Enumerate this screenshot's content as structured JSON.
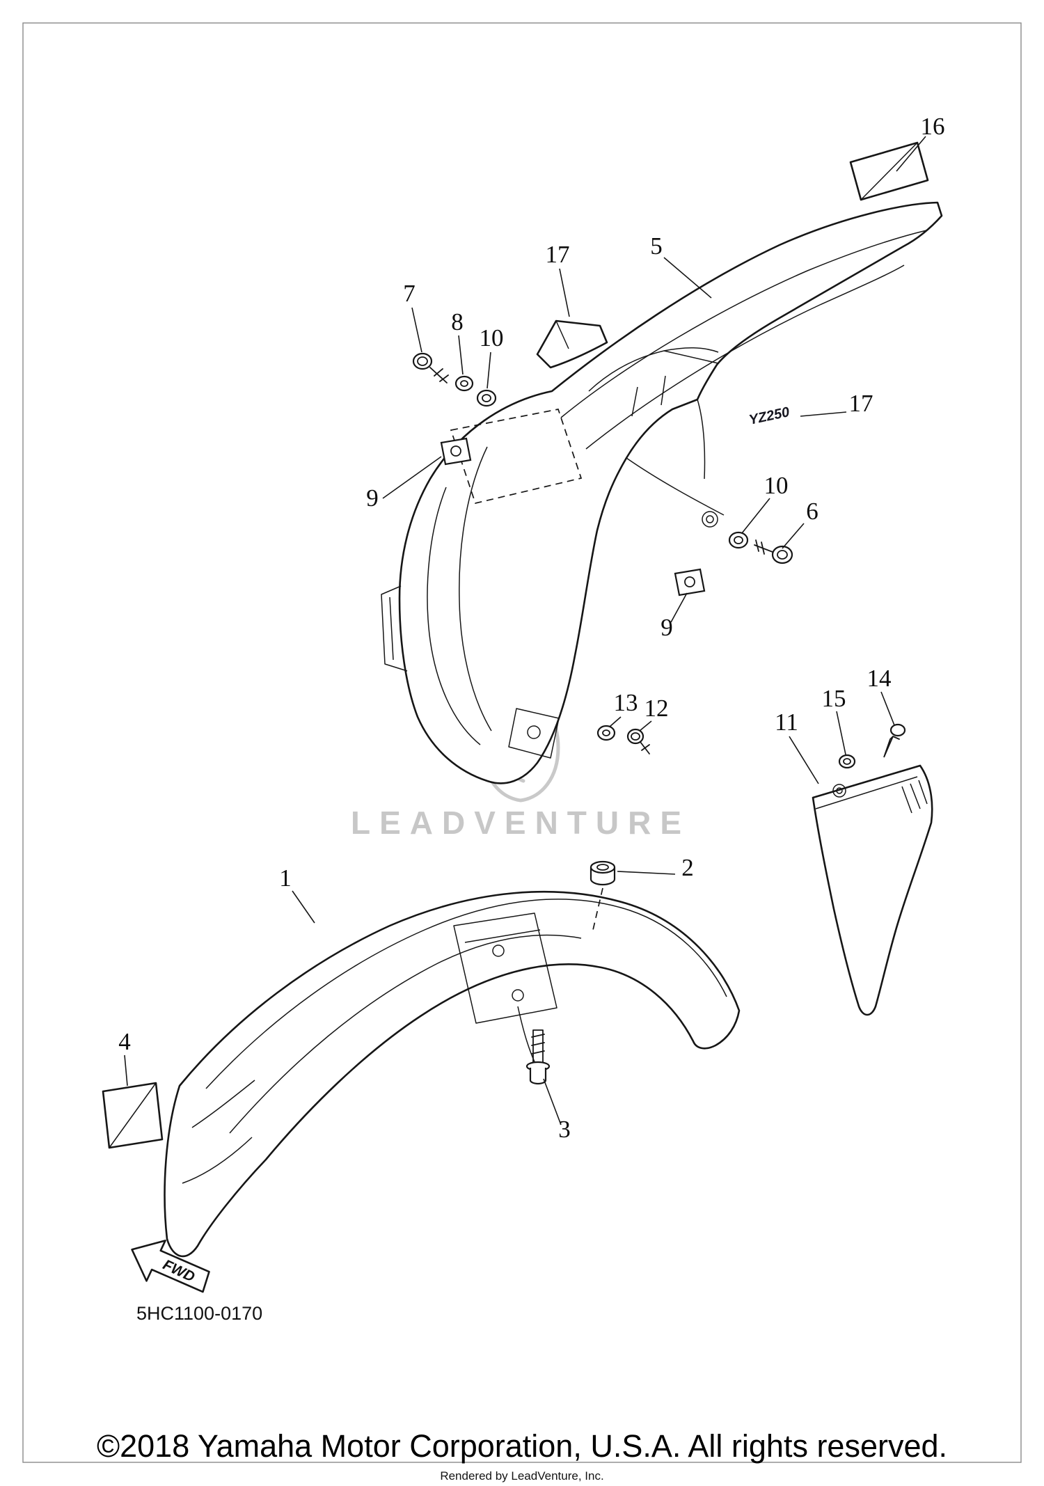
{
  "page": {
    "background": "#ffffff",
    "footer": {
      "copyright": "©2018 Yamaha Motor Corporation, U.S.A. All rights reserved.",
      "rendered_by": "Rendered by LeadVenture, Inc."
    }
  },
  "diagram": {
    "part_code": "5HC1100-0170",
    "fwd_label": "FWD",
    "decal_text": "YZ250",
    "watermark": {
      "text": "LEADVENTURE",
      "color": "#c7c7c7"
    },
    "line_color": "#161616",
    "callouts": [
      {
        "label": "16"
      },
      {
        "label": "17"
      },
      {
        "label": "5"
      },
      {
        "label": "7"
      },
      {
        "label": "8"
      },
      {
        "label": "10"
      },
      {
        "label": "17"
      },
      {
        "label": "9"
      },
      {
        "label": "10"
      },
      {
        "label": "6"
      },
      {
        "label": "9"
      },
      {
        "label": "13"
      },
      {
        "label": "12"
      },
      {
        "label": "11"
      },
      {
        "label": "15"
      },
      {
        "label": "14"
      },
      {
        "label": "2"
      },
      {
        "label": "1"
      },
      {
        "label": "4"
      },
      {
        "label": "3"
      }
    ]
  }
}
